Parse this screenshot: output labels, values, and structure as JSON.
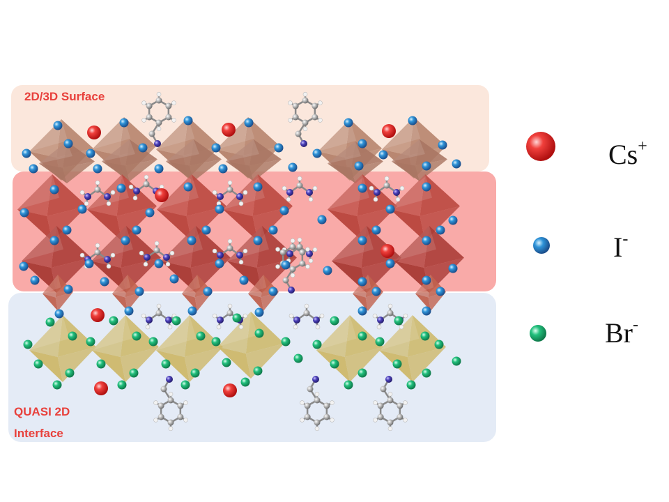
{
  "labels": {
    "top_band": "2D/3D Surface",
    "bottom_band_line1": "QUASI 2D",
    "bottom_band_line2": "Interface"
  },
  "legend": [
    {
      "key": "cs",
      "symbol": "Cs",
      "charge": "+",
      "color": "#e8201f"
    },
    {
      "key": "i",
      "symbol": "I",
      "charge": "-",
      "color": "#2a8fd6"
    },
    {
      "key": "br",
      "symbol": "Br",
      "charge": "-",
      "color": "#1fbf7a"
    }
  ],
  "colors": {
    "top_band": "#fbe7dc",
    "middle_band": "#f9aaa8",
    "bottom_band": "#e4ebf6",
    "octahedron_brown": "#b5826a",
    "octahedron_red": "#b8453c",
    "octahedron_gold": "#cdb86a",
    "label_red": "#e8413c",
    "nitrogen": "#4a3fb8",
    "carbon": "#a8a8a8"
  }
}
